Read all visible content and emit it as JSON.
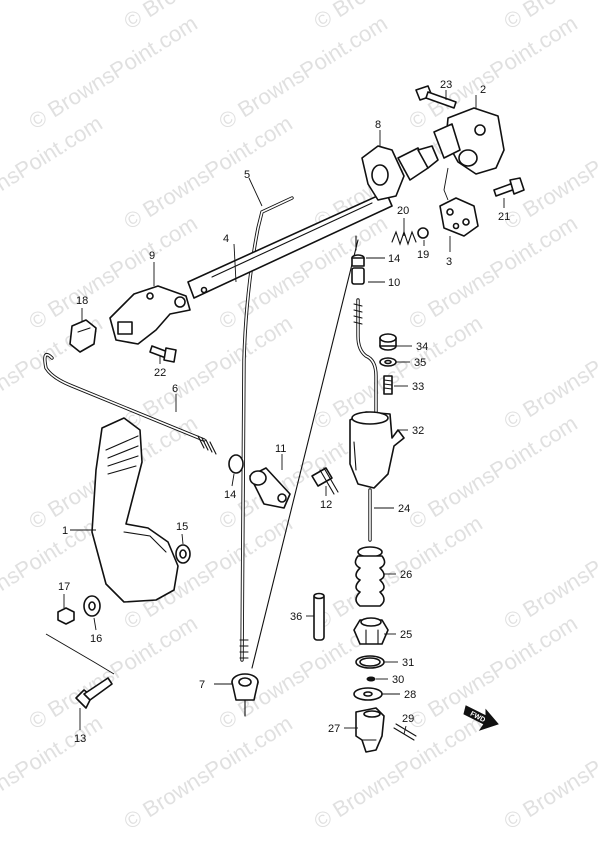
{
  "watermark": {
    "text": "© BrownsPoint.com"
  },
  "fwd_label": "FWD",
  "callouts": [
    {
      "id": "c1",
      "label": "1"
    },
    {
      "id": "c2",
      "label": "2"
    },
    {
      "id": "c3",
      "label": "3"
    },
    {
      "id": "c4",
      "label": "4"
    },
    {
      "id": "c5",
      "label": "5"
    },
    {
      "id": "c6",
      "label": "6"
    },
    {
      "id": "c7",
      "label": "7"
    },
    {
      "id": "c8",
      "label": "8"
    },
    {
      "id": "c9",
      "label": "9"
    },
    {
      "id": "c10",
      "label": "10"
    },
    {
      "id": "c11",
      "label": "11"
    },
    {
      "id": "c12",
      "label": "12"
    },
    {
      "id": "c13",
      "label": "13"
    },
    {
      "id": "c14a",
      "label": "14"
    },
    {
      "id": "c14b",
      "label": "14"
    },
    {
      "id": "c15",
      "label": "15"
    },
    {
      "id": "c16",
      "label": "16"
    },
    {
      "id": "c17",
      "label": "17"
    },
    {
      "id": "c18",
      "label": "18"
    },
    {
      "id": "c19",
      "label": "19"
    },
    {
      "id": "c20",
      "label": "20"
    },
    {
      "id": "c21",
      "label": "21"
    },
    {
      "id": "c22",
      "label": "22"
    },
    {
      "id": "c23",
      "label": "23"
    },
    {
      "id": "c24",
      "label": "24"
    },
    {
      "id": "c25",
      "label": "25"
    },
    {
      "id": "c26",
      "label": "26"
    },
    {
      "id": "c27",
      "label": "27"
    },
    {
      "id": "c28",
      "label": "28"
    },
    {
      "id": "c29",
      "label": "29"
    },
    {
      "id": "c30",
      "label": "30"
    },
    {
      "id": "c31",
      "label": "31"
    },
    {
      "id": "c32",
      "label": "32"
    },
    {
      "id": "c33",
      "label": "33"
    },
    {
      "id": "c34",
      "label": "34"
    },
    {
      "id": "c35",
      "label": "35"
    },
    {
      "id": "c36",
      "label": "36"
    }
  ]
}
